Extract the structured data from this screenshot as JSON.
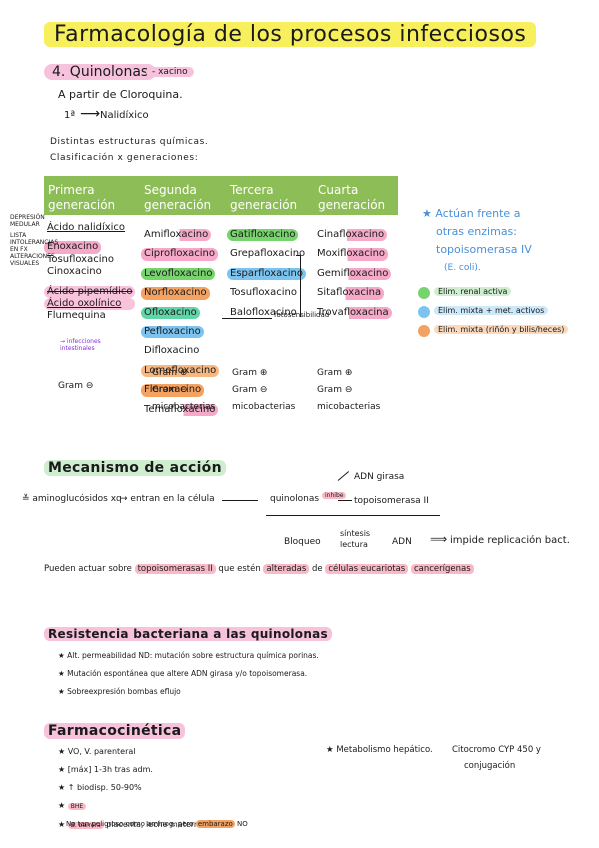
{
  "title": "Farmacología de los procesos infecciosos",
  "section4": {
    "heading": "4. Quinolonas",
    "suffix": "- xacino",
    "origin": "A partir de Cloroquina.",
    "first_num": "1ª",
    "first_name": "Nalidíxico",
    "note1": "Distintas estructuras químicas.",
    "note2": "Clasificación x generaciones:"
  },
  "table": {
    "headers": [
      [
        "Primera",
        "generación"
      ],
      [
        "Segunda",
        "generación"
      ],
      [
        "Tercera",
        "generación"
      ],
      [
        "Cuarta",
        "generación"
      ]
    ],
    "col1": [
      "Ácido nalidíxico",
      "Enoxacino",
      "Tosufloxacino",
      "Cinoxacino",
      "Ácido pipemídico",
      "Ácido oxolínico",
      "Flumequina"
    ],
    "col2": [
      "Amifloxacino",
      "Ciprofloxacino",
      "Levofloxacino",
      "Norfloxacino",
      "Ofloxacino",
      "Pefloxacino",
      "Difloxacino",
      "Lomefloxacino",
      "Fleroxacino",
      "Temafloxacino"
    ],
    "col3": [
      "Gatifloxacino",
      "Grepafloxacino",
      "Esparfloxacino",
      "Tosufloxacino",
      "Balofloxacino"
    ],
    "col4": [
      "Cinafloxacino",
      "Moxifloxacino",
      "Gemifloxacino",
      "Sitafloxacina",
      "Trovafloxacina"
    ],
    "gram_col1": "Gram ⊖",
    "gram_col2": [
      "Gram ⊕",
      "Gram ⊖",
      "micobacterias"
    ],
    "gram_col3": [
      "Gram ⊕",
      "Gram ⊖",
      "micobacterias"
    ],
    "gram_col4": [
      "Gram ⊕",
      "Gram ⊖",
      "micobacterias"
    ]
  },
  "side_notes": {
    "left1": "DEPRESIÓN MEDULAR",
    "left2": "LISTA INTOLERANCIAS EN FX",
    "left3": "ALTERACIONES VISUALES",
    "infections": "→ infecciones intestinales",
    "fotosens": "fotosensibilidad"
  },
  "right_notes": {
    "l1": "★ Actúan frente a",
    "l2": "otras enzimas:",
    "l3": "topoisomerasa IV",
    "l4": "(E. coli).",
    "legend": [
      {
        "label": "Elim. renal activa",
        "color": "#77d46c"
      },
      {
        "label": "Elim. mixta + met. activos",
        "color": "#7cc4ef"
      },
      {
        "label": "Elim. mixta (riñón y bilis/heces)",
        "color": "#f4a261"
      }
    ]
  },
  "mechanism": {
    "heading": "Mecanismo de acción",
    "prefix": "≚ aminoglucósidos xq",
    "step1": "→ entran en la célula",
    "quinolonas": "quinolonas",
    "inhib": "inhibe",
    "target1": "ADN girasa",
    "target2": "topoisomerasa II",
    "block": "Bloqueo",
    "sintesis": "síntesis",
    "lectura": "lectura",
    "adn": "ADN",
    "impide": "impide replicación bact.",
    "p1": "Pueden actuar sobre",
    "p2": "topoisomerasas II",
    "p3": "que estén",
    "p4": "alteradas",
    "p5": "de",
    "p6": "células eucariotas",
    "p7": "cancerígenas"
  },
  "resistance": {
    "heading": "Resistencia bacteriana a las quinolonas",
    "items": [
      "Alt. permeabilidad ND: mutación sobre estructura química porinas.",
      "Mutación espontánea que altere ADN girasa y/o topoisomerasa.",
      "Sobreexpresión bombas eflujo"
    ]
  },
  "pk": {
    "heading": "Farmacocinética",
    "items": [
      "VO, V. parenteral",
      "[máx] 1-3h tras adm.",
      "↑ biodisp. 50-90%",
      "BHE",
      "placenta, leche materna."
    ],
    "barrier_label": "B. barrera",
    "last_line_a": "No tan peligroso como aminog. pero",
    "last_line_b": "embarazo",
    "last_line_c": "NO",
    "metab_a": "★ Metabolismo hepático.",
    "metab_b": "Citocromo CYP 450 y",
    "metab_c": "conjugación"
  }
}
